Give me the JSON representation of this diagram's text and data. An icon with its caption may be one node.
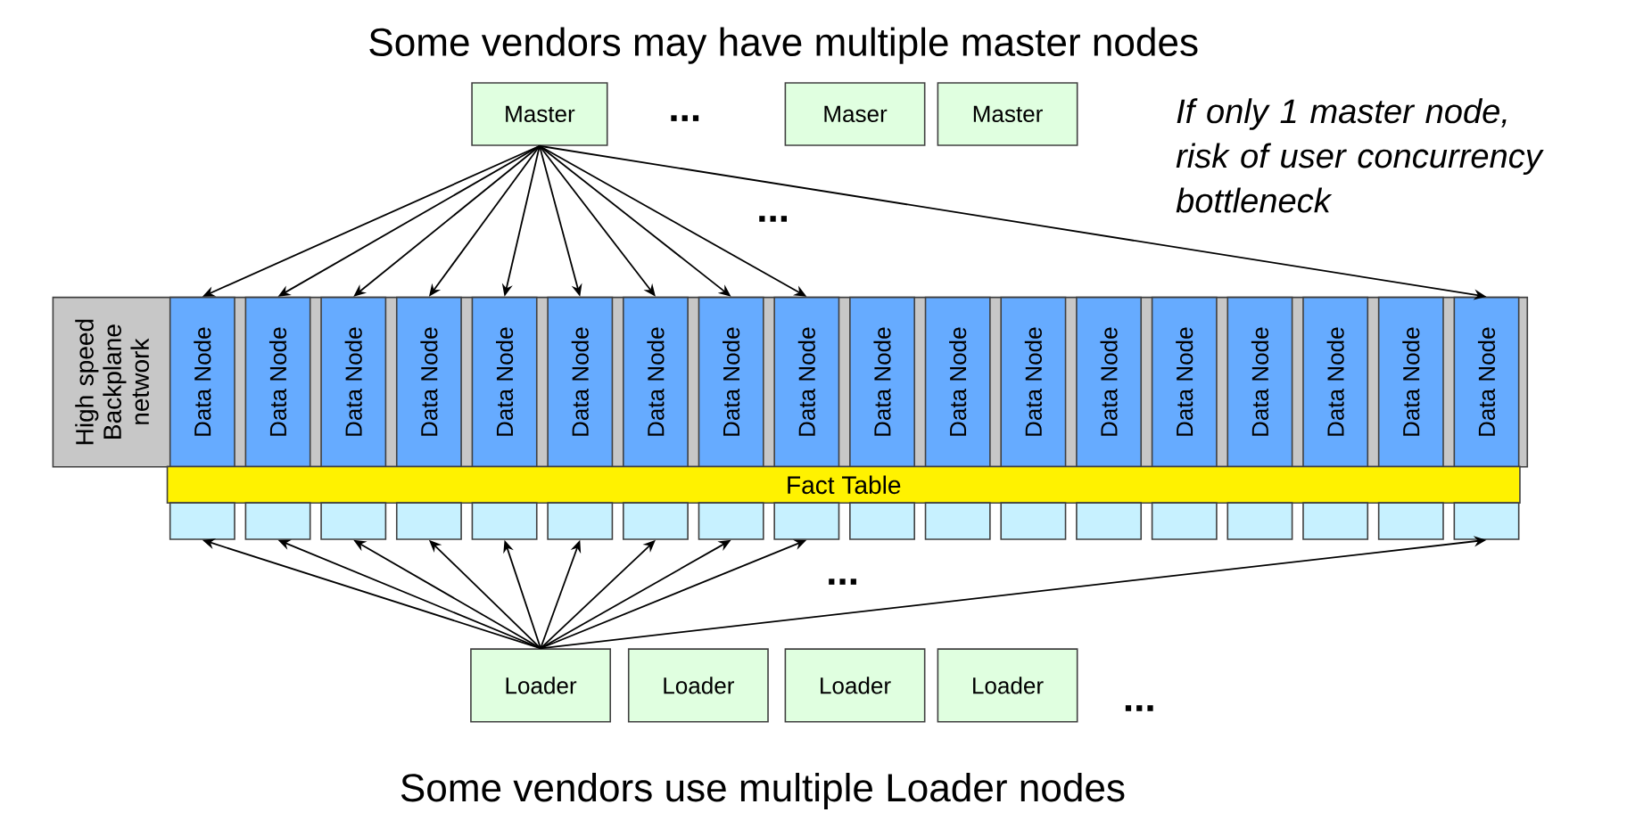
{
  "diagram": {
    "title": "Some vendors may have multiple master nodes",
    "caption": "Some vendors use multiple Loader nodes",
    "nodes": [
      {
        "text": [
          "Master"
        ]
      },
      {
        "text": [
          "Maser"
        ]
      },
      {
        "text": [
          "Master"
        ]
      },
      {
        "text": [
          "High speed Backplane network"
        ]
      },
      {
        "text": [
          "Data Node"
        ],
        "in": 3
      },
      {
        "text": [
          "Data Node"
        ],
        "in": 3
      },
      {
        "text": [
          "Data Node"
        ],
        "in": 3
      },
      {
        "text": [
          "Data Node"
        ],
        "in": 3
      },
      {
        "text": [
          "Data Node"
        ],
        "in": 3
      },
      {
        "text": [
          "Data Node"
        ],
        "in": 3
      },
      {
        "text": [
          "Data Node"
        ],
        "in": 3
      },
      {
        "text": [
          "Data Node"
        ],
        "in": 3
      },
      {
        "text": [
          "Data Node"
        ],
        "in": 3
      },
      {
        "text": [
          "Data Node"
        ],
        "in": 3
      },
      {
        "text": [
          "Data Node"
        ],
        "in": 3
      },
      {
        "text": [
          "Data Node"
        ],
        "in": 3
      },
      {
        "text": [
          "Data Node"
        ],
        "in": 3
      },
      {
        "text": [
          "Data Node"
        ],
        "in": 3
      },
      {
        "text": [
          "Data Node"
        ],
        "in": 3
      },
      {
        "text": [
          "Data Node"
        ],
        "in": 3
      },
      {
        "text": [
          "Data Node"
        ],
        "in": 3
      },
      {
        "text": [
          "Data Node"
        ],
        "in": 3
      },
      {
        "text": [
          "Fact Table"
        ]
      },
      {
        "text": [],
        "shape": "box"
      },
      {
        "text": [],
        "shape": "box"
      },
      {
        "text": [],
        "shape": "box"
      },
      {
        "text": [],
        "shape": "box"
      },
      {
        "text": [],
        "shape": "box"
      },
      {
        "text": [],
        "shape": "box"
      },
      {
        "text": [],
        "shape": "box"
      },
      {
        "text": [],
        "shape": "box"
      },
      {
        "text": [],
        "shape": "box"
      },
      {
        "text": [],
        "shape": "box"
      },
      {
        "text": [],
        "shape": "box"
      },
      {
        "text": [],
        "shape": "box"
      },
      {
        "text": [],
        "shape": "box"
      },
      {
        "text": [],
        "shape": "box"
      },
      {
        "text": [],
        "shape": "box"
      },
      {
        "text": [],
        "shape": "box"
      },
      {
        "text": [],
        "shape": "box"
      },
      {
        "text": [],
        "shape": "box"
      },
      {
        "text": [
          "Loader"
        ]
      },
      {
        "text": [
          "Loader"
        ]
      },
      {
        "text": [
          "Loader"
        ]
      },
      {
        "text": [
          "Loader"
        ]
      }
    ],
    "edges": [
      {
        "from": 0,
        "to": 4,
        "arrow": "to"
      },
      {
        "from": 0,
        "to": 5,
        "arrow": "to"
      },
      {
        "from": 0,
        "to": 6,
        "arrow": "to"
      },
      {
        "from": 0,
        "to": 7,
        "arrow": "to"
      },
      {
        "from": 0,
        "to": 8,
        "arrow": "to"
      },
      {
        "from": 0,
        "to": 9,
        "arrow": "to"
      },
      {
        "from": 0,
        "to": 10,
        "arrow": "to"
      },
      {
        "from": 0,
        "to": 11,
        "arrow": "to"
      },
      {
        "from": 0,
        "to": 12,
        "arrow": "to"
      },
      {
        "from": 0,
        "to": 21,
        "arrow": "to"
      },
      {
        "from": 41,
        "to": 23,
        "arrow": "to"
      },
      {
        "from": 41,
        "to": 24,
        "arrow": "to"
      },
      {
        "from": 41,
        "to": 25,
        "arrow": "to"
      },
      {
        "from": 41,
        "to": 26,
        "arrow": "to"
      },
      {
        "from": 41,
        "to": 27,
        "arrow": "to"
      },
      {
        "from": 41,
        "to": 28,
        "arrow": "to"
      },
      {
        "from": 41,
        "to": 29,
        "arrow": "to"
      },
      {
        "from": 41,
        "to": 30,
        "arrow": "to"
      },
      {
        "from": 41,
        "to": 31,
        "arrow": "to"
      },
      {
        "from": 41,
        "to": 40,
        "arrow": "to"
      }
    ],
    "labels": [
      "...",
      "If only 1 master node, risk of user concurrency bottleneck",
      "...",
      "...",
      "..."
    ]
  }
}
